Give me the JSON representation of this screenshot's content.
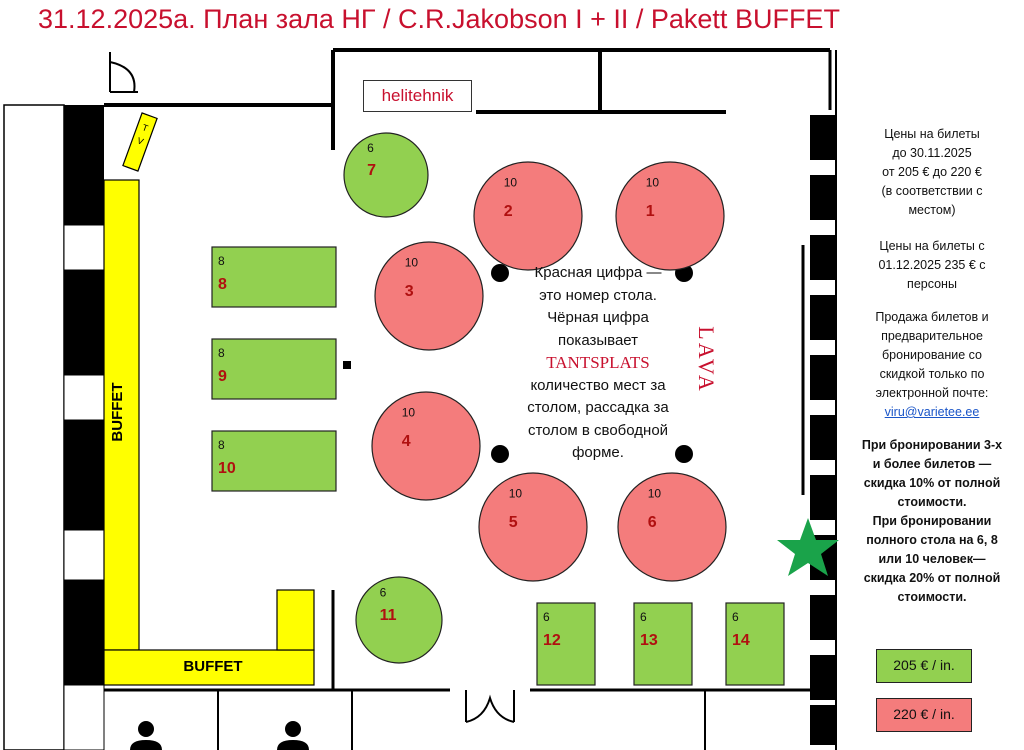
{
  "title": "31.12.2025a. План зала НГ / C.R.Jakobson I + II / Pakett BUFFET",
  "labels": {
    "helitehnik": "helitehnik",
    "tv_t": "T",
    "tv_v": "V",
    "buffet_vertical": "BUFFET",
    "buffet_horizontal": "BUFFET",
    "lava": "LAVA"
  },
  "colors": {
    "table_205": "#92d050",
    "table_220": "#f47c7c",
    "buffet": "#ffff00",
    "title": "#c8102e",
    "star": "#1aa34a"
  },
  "center_note": {
    "line1": "Красная цифра —",
    "line2": "это номер стола.",
    "line3": "Чёрная цифра",
    "line4": "показывает",
    "tantsplats": "TANTSPLATS",
    "line5": "количество мест за",
    "line6": "столом, рассадка за",
    "line7": "столом в свободной",
    "line8": "форме."
  },
  "info": {
    "p1_l1": "Цены на билеты",
    "p1_l2": "до 30.11.2025",
    "p1_l3": "от 205 € до 220 €",
    "p1_l4": "(в соответствии с",
    "p1_l5": "местом)",
    "p2_l1": "Цены на билеты с",
    "p2_l2": "01.12.2025 235 € с",
    "p2_l3": "персоны",
    "p3_l1": "Продажа билетов и",
    "p3_l2": "предварительное",
    "p3_l3": "бронирование со",
    "p3_l4": "скидкой только по",
    "p3_l5": "электронной почте:",
    "email": "viru@varietee.ee",
    "p4_l1": "При бронировании 3-х",
    "p4_l2": "и более билетов —",
    "p4_l3": "скидка 10% от полной",
    "p4_l4": "стоимости.",
    "p4_l5": "При бронировании",
    "p4_l6": "полного стола на 6, 8",
    "p4_l7": "или 10 человек—",
    "p4_l8": "скидка 20% от полной",
    "p4_l9": "стоимости."
  },
  "legend": {
    "green": "205 € / in.",
    "red": "220 € / in."
  },
  "tables": [
    {
      "number": "1",
      "seats": "10",
      "shape": "round",
      "price": "220"
    },
    {
      "number": "2",
      "seats": "10",
      "shape": "round",
      "price": "220"
    },
    {
      "number": "3",
      "seats": "10",
      "shape": "round",
      "price": "220"
    },
    {
      "number": "4",
      "seats": "10",
      "shape": "round",
      "price": "220"
    },
    {
      "number": "5",
      "seats": "10",
      "shape": "round",
      "price": "220"
    },
    {
      "number": "6",
      "seats": "10",
      "shape": "round",
      "price": "220"
    },
    {
      "number": "7",
      "seats": "6",
      "shape": "round",
      "price": "205"
    },
    {
      "number": "8",
      "seats": "8",
      "shape": "rect",
      "price": "205"
    },
    {
      "number": "9",
      "seats": "8",
      "shape": "rect",
      "price": "205"
    },
    {
      "number": "10",
      "seats": "8",
      "shape": "rect",
      "price": "205"
    },
    {
      "number": "11",
      "seats": "6",
      "shape": "round",
      "price": "205"
    },
    {
      "number": "12",
      "seats": "6",
      "shape": "rect",
      "price": "205"
    },
    {
      "number": "13",
      "seats": "6",
      "shape": "rect",
      "price": "205"
    },
    {
      "number": "14",
      "seats": "6",
      "shape": "rect",
      "price": "205"
    }
  ]
}
